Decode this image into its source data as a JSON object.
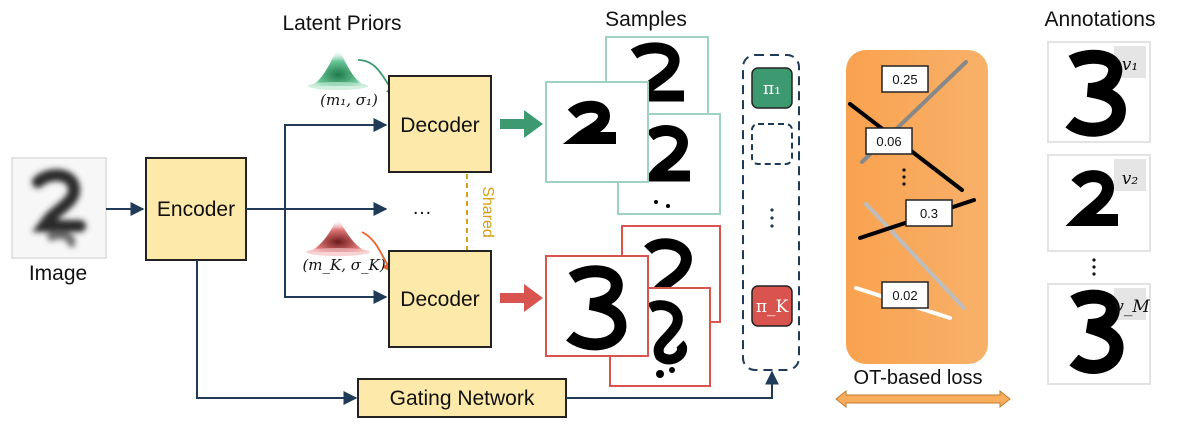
{
  "labels": {
    "latent_priors": "Latent Priors",
    "samples": "Samples",
    "annotations": "Annotations",
    "image": "Image",
    "encoder": "Encoder",
    "decoder_top": "Decoder",
    "decoder_bottom": "Decoder",
    "gating": "Gating Network",
    "shared": "Shared",
    "ellipsis_middle": "…",
    "ot_loss": "OT-based loss",
    "prior_1": "(m₁, σ₁)",
    "prior_k": "(m_K, σ_K)",
    "pi_1": "π₁",
    "pi_k": "π_K",
    "v1": "v₁",
    "v2": "v₂",
    "vm": "v_M"
  },
  "ot_values": [
    "0.25",
    "0.06",
    "0.3",
    "0.02"
  ],
  "colors": {
    "box_fill": "#fde9a9",
    "box_stroke": "#222222",
    "arrow": "#1f3b57",
    "green": "#3d9a70",
    "red": "#d9534f",
    "sample_green_border": "#9fd3bf",
    "sample_red_border": "#d9534f",
    "ot_panel": "#f8ad5c",
    "shared_line": "#d4a017"
  }
}
